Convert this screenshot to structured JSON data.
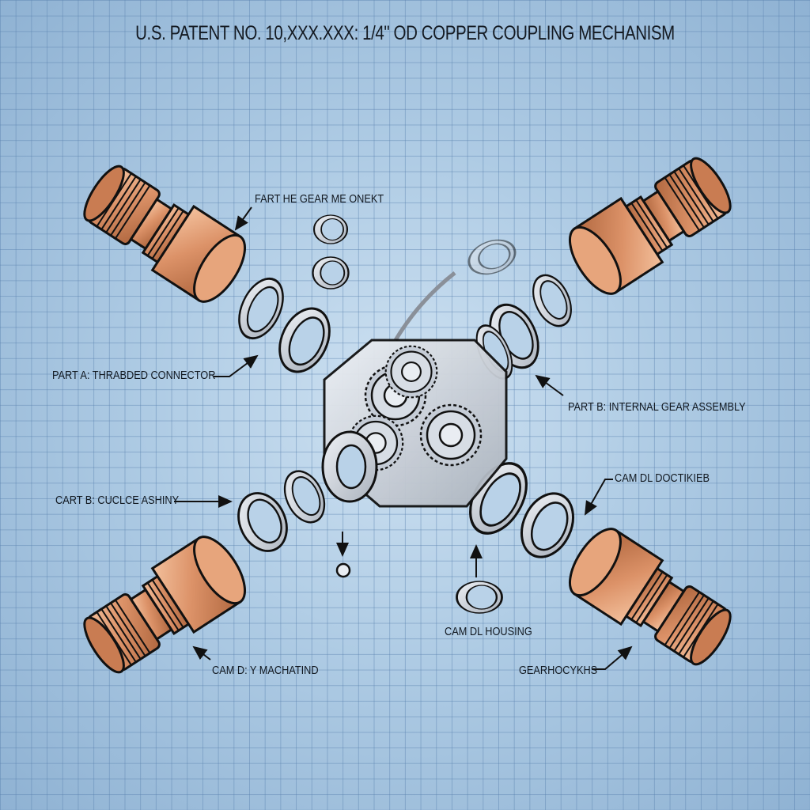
{
  "title": "U.S. PATENT NO. 10,XXX.XXX: 1/4\" OD COPPER COUPLING MECHANISM",
  "labels": {
    "top_center": "FART HE GEAR ME ONEKT",
    "part_a": "PART A: THRABDED CONNECTOR",
    "part_b_internal": "PART B: INTERNAL GEAR ASSEMBLY",
    "cart_b": "CART B: CUCLCE ASHINY",
    "cam_right": "CAM DL DOCTIKIEB",
    "housing": "CAM DL HOUSING",
    "cam_d": "CAM D: Y MACHATIND",
    "gear_bottom_right": "GEARHOCYKHS"
  },
  "colors": {
    "copper_light": "#f0b48e",
    "copper_mid": "#d98e63",
    "copper_dark": "#a85d3a",
    "outline": "#121212",
    "steel": "#c9ced6",
    "background": "#aecbe4"
  },
  "components": {
    "connectors": [
      "top-left",
      "top-right",
      "bottom-left",
      "bottom-right"
    ],
    "central_part": "gear-housing"
  }
}
